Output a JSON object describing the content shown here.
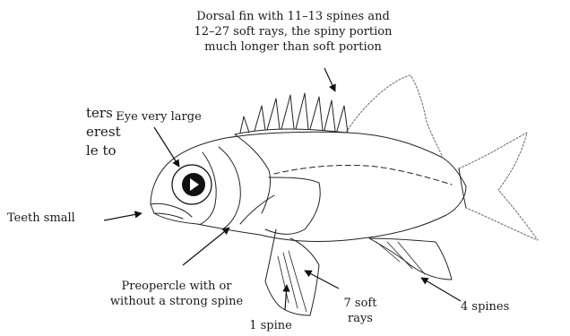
{
  "labels": {
    "dorsal_fin": [
      "Dorsal fin with 11–13 spines and",
      "12–27 soft rays, the spiny portion",
      "much longer than soft portion"
    ],
    "eye": "Eye very large",
    "teeth": "Teeth small",
    "preopercle": [
      "Preopercle with or",
      "without a strong spine"
    ],
    "soft_rays": [
      "7 soft",
      "rays"
    ],
    "pelvic_spine": "1 spine",
    "anal_spines": "4 spines"
  },
  "cut_off_text": [
    "ters",
    "erest",
    "le to"
  ]
}
